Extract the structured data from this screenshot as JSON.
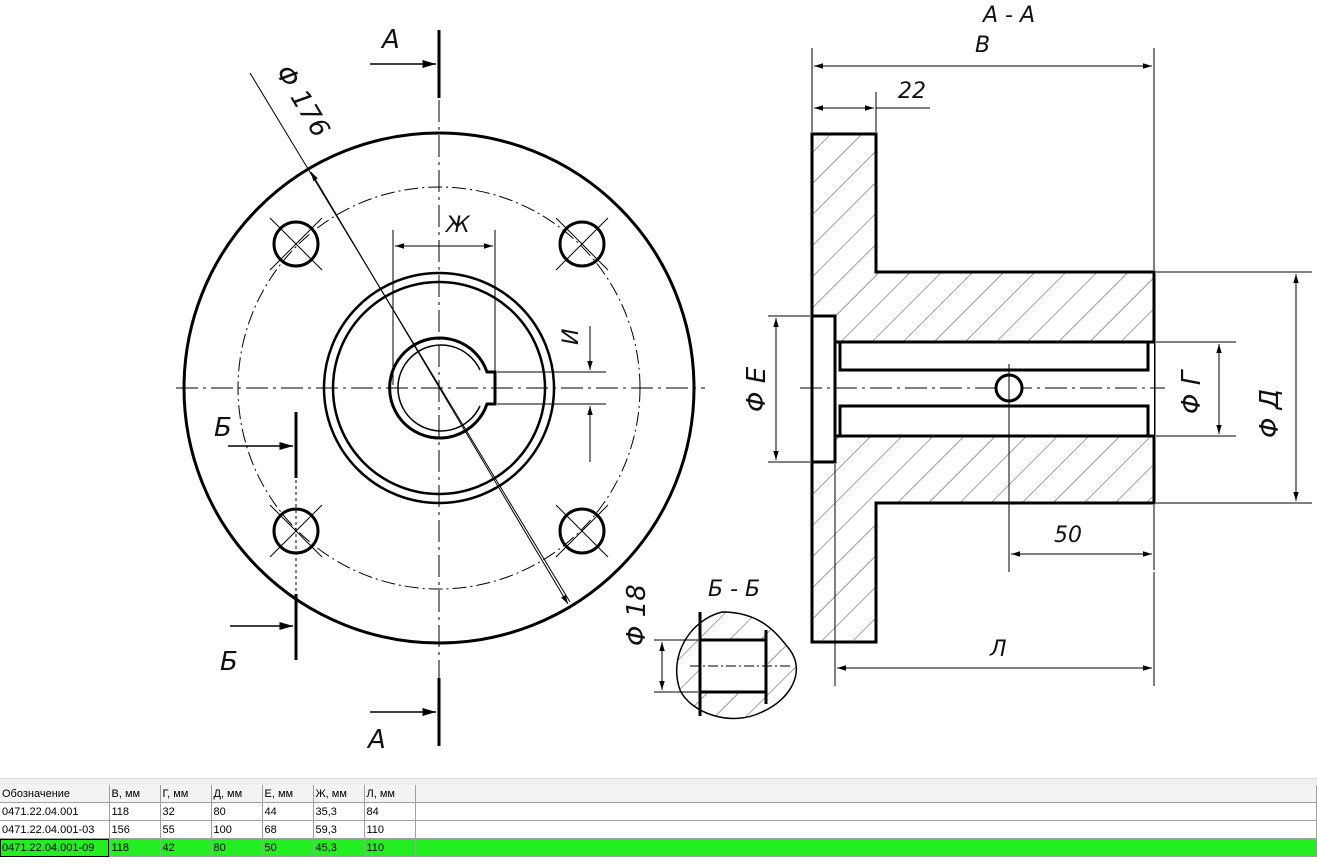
{
  "drawing": {
    "section_aa": "А - А",
    "section_bb": "Б - Б",
    "cut_a": "А",
    "cut_b": "Б",
    "dim_d176": "Φ 176",
    "dim_zh": "Ж",
    "dim_i": "И",
    "dim_v": "В",
    "dim_22": "22",
    "dim_e": "Φ Е",
    "dim_g": "Φ Г",
    "dim_d": "Φ Д",
    "dim_50": "50",
    "dim_l": "Л",
    "dim_d18": "Φ 18"
  },
  "table": {
    "columns": [
      "Обозначение",
      "В, мм",
      "Г, мм",
      "Д, мм",
      "Е, мм",
      "Ж, мм",
      "Л, мм",
      ""
    ],
    "rows": [
      [
        "0471.22.04.001",
        "118",
        "32",
        "80",
        "44",
        "35,3",
        "84",
        ""
      ],
      [
        "0471.22.04.001-03",
        "156",
        "55",
        "100",
        "68",
        "59,3",
        "110",
        ""
      ],
      [
        "0471.22.04.001-09",
        "118",
        "42",
        "80",
        "50",
        "45,3",
        "110",
        ""
      ]
    ],
    "selected_row": 2,
    "highlight_color": "#22ee22"
  }
}
